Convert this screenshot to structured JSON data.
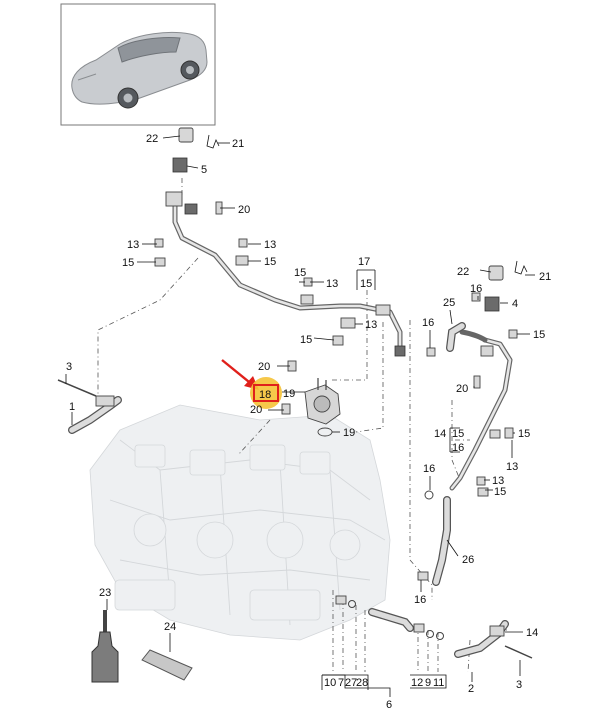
{
  "callouts": [
    {
      "id": "c22a",
      "text": "22"
    },
    {
      "id": "c21a",
      "text": "21"
    },
    {
      "id": "c5",
      "text": "5"
    },
    {
      "id": "c20a",
      "text": "20"
    },
    {
      "id": "c13a",
      "text": "13"
    },
    {
      "id": "c15a",
      "text": "15"
    },
    {
      "id": "c13b",
      "text": "13"
    },
    {
      "id": "c15b",
      "text": "15"
    },
    {
      "id": "c17",
      "text": "17"
    },
    {
      "id": "c15c",
      "text": "15"
    },
    {
      "id": "c15d",
      "text": "15"
    },
    {
      "id": "c13c",
      "text": "13"
    },
    {
      "id": "c15e",
      "text": "15"
    },
    {
      "id": "c13d",
      "text": "13"
    },
    {
      "id": "c22b",
      "text": "22"
    },
    {
      "id": "c21b",
      "text": "21"
    },
    {
      "id": "c25",
      "text": "25"
    },
    {
      "id": "c16a",
      "text": "16"
    },
    {
      "id": "c4",
      "text": "4"
    },
    {
      "id": "c16b",
      "text": "16"
    },
    {
      "id": "c15f",
      "text": "15"
    },
    {
      "id": "c3a",
      "text": "3"
    },
    {
      "id": "c20b",
      "text": "20"
    },
    {
      "id": "c18",
      "text": "18"
    },
    {
      "id": "c19a",
      "text": "19"
    },
    {
      "id": "c20c",
      "text": "20"
    },
    {
      "id": "c1",
      "text": "1"
    },
    {
      "id": "c19b",
      "text": "19"
    },
    {
      "id": "c20d",
      "text": "20"
    },
    {
      "id": "c14a",
      "text": "14"
    },
    {
      "id": "c15g",
      "text": "15"
    },
    {
      "id": "c16c",
      "text": "16"
    },
    {
      "id": "c15h",
      "text": "15"
    },
    {
      "id": "c13e",
      "text": "13"
    },
    {
      "id": "c16d",
      "text": "16"
    },
    {
      "id": "c13f",
      "text": "13"
    },
    {
      "id": "c15i",
      "text": "15"
    },
    {
      "id": "c26",
      "text": "26"
    },
    {
      "id": "c16e",
      "text": "16"
    },
    {
      "id": "c23",
      "text": "23"
    },
    {
      "id": "c24",
      "text": "24"
    },
    {
      "id": "c14b",
      "text": "14"
    },
    {
      "id": "c10",
      "text": "10"
    },
    {
      "id": "c7",
      "text": "7"
    },
    {
      "id": "c27",
      "text": "27"
    },
    {
      "id": "c28",
      "text": "28"
    },
    {
      "id": "c12",
      "text": "12"
    },
    {
      "id": "c9",
      "text": "9"
    },
    {
      "id": "c11",
      "text": "11"
    },
    {
      "id": "c2",
      "text": "2"
    },
    {
      "id": "c3b",
      "text": "3"
    },
    {
      "id": "c6",
      "text": "6"
    }
  ],
  "highlight": {
    "text": "18",
    "color": "#f5c33b",
    "border": "#e0201b",
    "arrow": "#e0201b"
  },
  "colors": {
    "line": "#111111",
    "ghost": "#d4d7da"
  }
}
